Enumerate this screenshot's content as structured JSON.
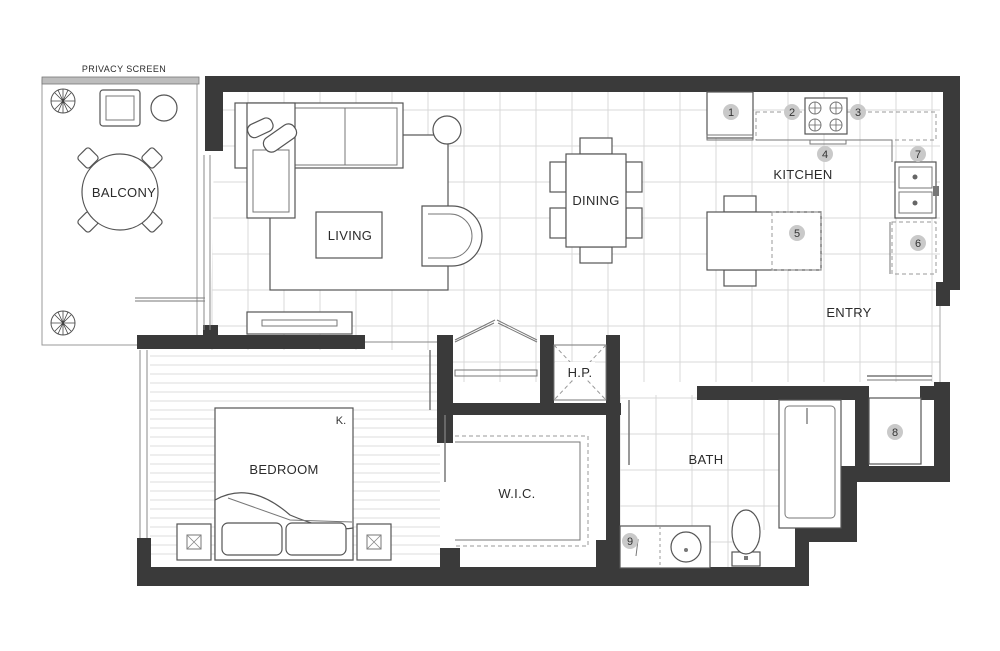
{
  "labels": {
    "privacy_screen": "PRIVACY SCREEN",
    "balcony": "BALCONY",
    "living": "LIVING",
    "dining": "DINING",
    "kitchen": "KITCHEN",
    "entry": "ENTRY",
    "hp": "H.P.",
    "bath": "BATH",
    "bedroom": "BEDROOM",
    "wic": "W.I.C.",
    "k": "K."
  },
  "callouts": [
    "1",
    "2",
    "3",
    "4",
    "5",
    "6",
    "7",
    "8",
    "9"
  ]
}
